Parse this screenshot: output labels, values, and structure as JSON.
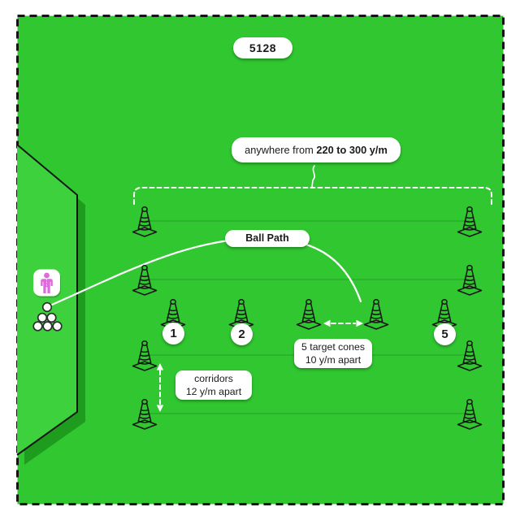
{
  "title_badge": "5128",
  "labels": {
    "range_prefix": "anywhere from ",
    "range_value": "220 to 300 y/m",
    "ball_path": "Ball Path",
    "target_line1": "5 target cones",
    "target_line2": "10 y/m apart",
    "corridor_line1": "corridors",
    "corridor_line2": "12 y/m apart"
  },
  "target_markers": [
    "1",
    "2",
    "5"
  ],
  "diagram": {
    "target_cone_count": 5,
    "corridor_row_count": 4,
    "ball_count": 6
  },
  "colors": {
    "field": "#30c730",
    "zone": "#3dd23d",
    "accent_person": "#de6ade",
    "label_bg": "#ffffff",
    "label_text": "#1b1b1b"
  }
}
